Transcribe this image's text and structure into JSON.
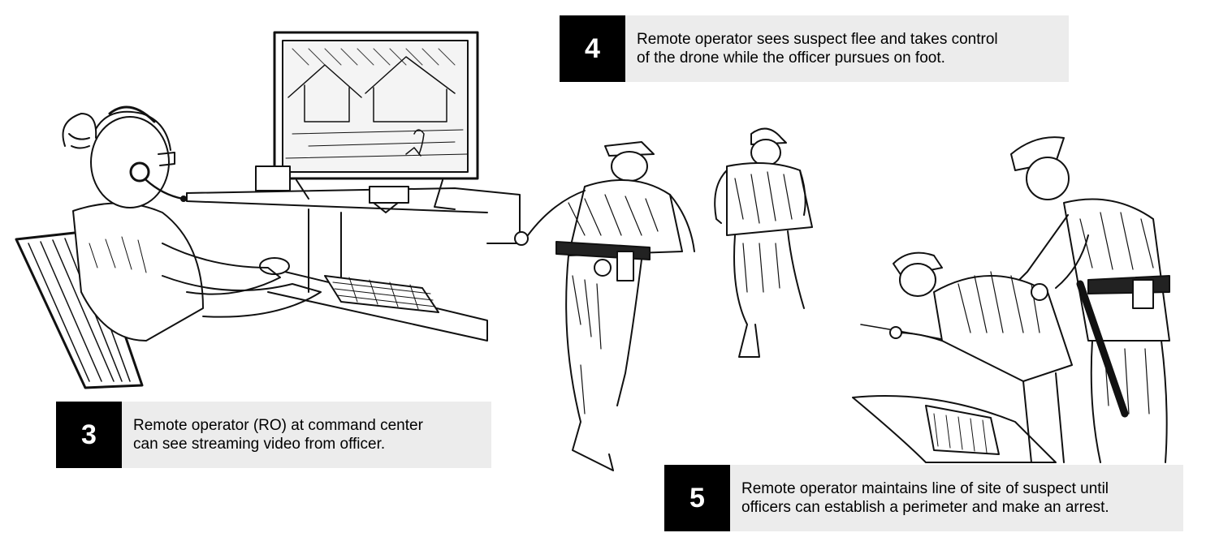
{
  "callouts": [
    {
      "number": "3",
      "lines": [
        "Remote operator (RO) at command center",
        "can see streaming video from officer."
      ]
    },
    {
      "number": "4",
      "lines": [
        "Remote operator sees suspect flee and takes control",
        "of the drone while the officer pursues on foot."
      ]
    },
    {
      "number": "5",
      "lines": [
        "Remote operator maintains line of site of suspect until",
        "officers can establish a perimeter and make an arrest."
      ]
    }
  ],
  "illustrations": [
    "operator-at-monitor-sketch",
    "officer-chasing-suspect-sketch",
    "officer-arresting-suspect-sketch"
  ]
}
